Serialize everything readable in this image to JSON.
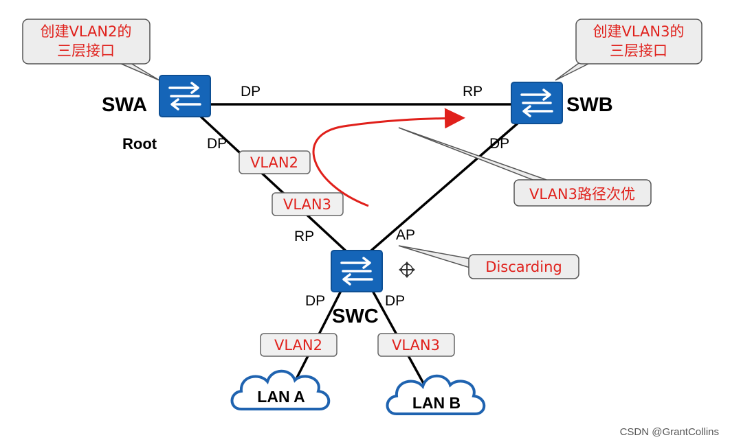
{
  "switches": {
    "swa": {
      "name": "SWA",
      "role": "Root"
    },
    "swb": {
      "name": "SWB"
    },
    "swc": {
      "name": "SWC"
    }
  },
  "ports": {
    "swa_to_swb": "DP",
    "swb_to_swa": "RP",
    "swa_to_swc": "DP",
    "swb_to_swc": "DP",
    "swc_to_swa": "RP",
    "swc_to_swb": "AP",
    "swc_to_lan_a": "DP",
    "swc_to_lan_b": "DP"
  },
  "link_tags": {
    "swa_swc_vlan2": "VLAN2",
    "swa_swc_vlan3": "VLAN3",
    "lan_a_vlan": "VLAN2",
    "lan_b_vlan": "VLAN3"
  },
  "callouts": {
    "swa_note": [
      "创建VLAN2的",
      "三层接口"
    ],
    "swb_note": [
      "创建VLAN3的",
      "三层接口"
    ],
    "suboptimal_path": "VLAN3路径次优",
    "discarding": "Discarding"
  },
  "lans": {
    "lan_a": "LAN A",
    "lan_b": "LAN B"
  },
  "watermark": "CSDN @GrantCollins",
  "colors": {
    "switch_fill": "#1565b8",
    "accent_red": "#e0201b",
    "tag_fill": "#f0f0f0",
    "callout_fill": "#ededed",
    "cloud_stroke": "#1f63b0"
  },
  "icons": [
    "switch-icon",
    "move-cursor-icon",
    "cloud-icon"
  ]
}
